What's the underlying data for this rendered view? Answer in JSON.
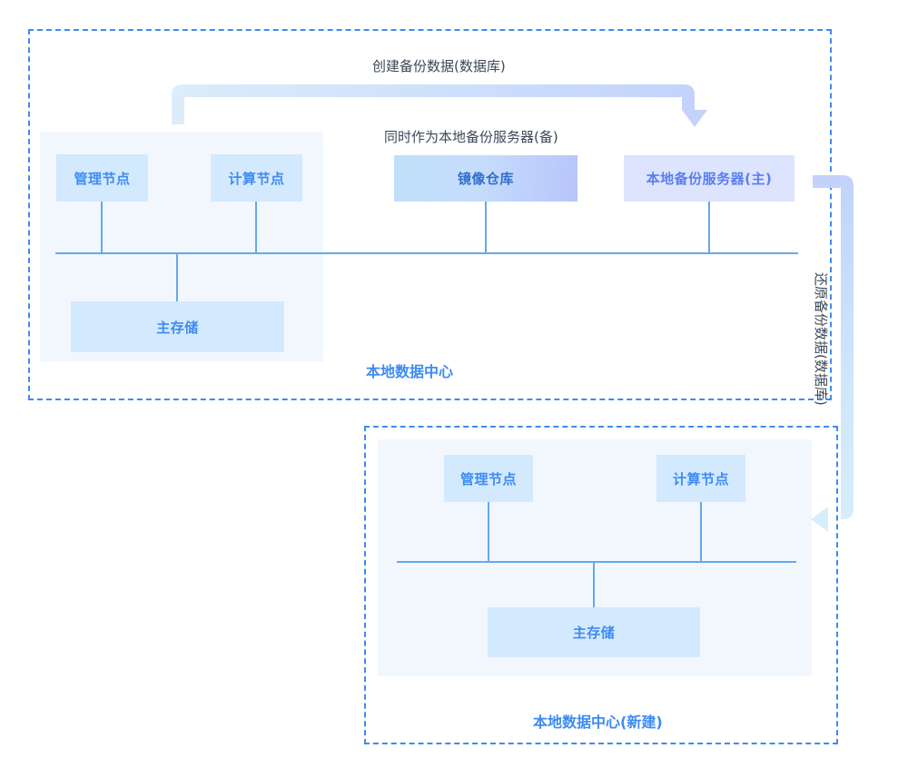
{
  "diagram": {
    "title_local": "本地数据中心",
    "title_new": "本地数据中心(新建)",
    "captions": {
      "create_backup": "创建备份数据(数据库)",
      "also_acts_as": "同时作为本地备份服务器(备)",
      "restore_backup": "还原备份数据(数据库)"
    },
    "colors": {
      "accent_blue": "#3d8bf2",
      "line_blue": "#64a8f0",
      "node_fill": "#d3e9fd",
      "node_fill_lavender": "#dde4fd",
      "gradient_start": "#bfe0fa",
      "gradient_end": "#b7c4fb",
      "panel_bg": "#f2f7fe",
      "arrow_fill": "#c5d8fb",
      "arrow_fill_light": "#d4ecfb",
      "text_dark": "#3c4858"
    },
    "local_datacenter": {
      "nodes": [
        {
          "label": "管理节点",
          "style": "plain"
        },
        {
          "label": "计算节点",
          "style": "plain"
        },
        {
          "label": "镜像仓库",
          "style": "gradient"
        },
        {
          "label": "本地备份服务器(主)",
          "style": "lavender"
        },
        {
          "label": "主存储",
          "style": "plain"
        }
      ]
    },
    "new_datacenter": {
      "nodes": [
        {
          "label": "管理节点",
          "style": "plain"
        },
        {
          "label": "计算节点",
          "style": "plain"
        },
        {
          "label": "主存储",
          "style": "plain"
        }
      ]
    },
    "arrows": [
      {
        "name": "create-backup-arrow",
        "direction": "down",
        "from": "本地数据中心",
        "to": "本地备份服务器(主)"
      },
      {
        "name": "restore-backup-arrow",
        "direction": "left",
        "from": "本地备份服务器(主)",
        "to": "本地数据中心(新建)"
      }
    ]
  }
}
